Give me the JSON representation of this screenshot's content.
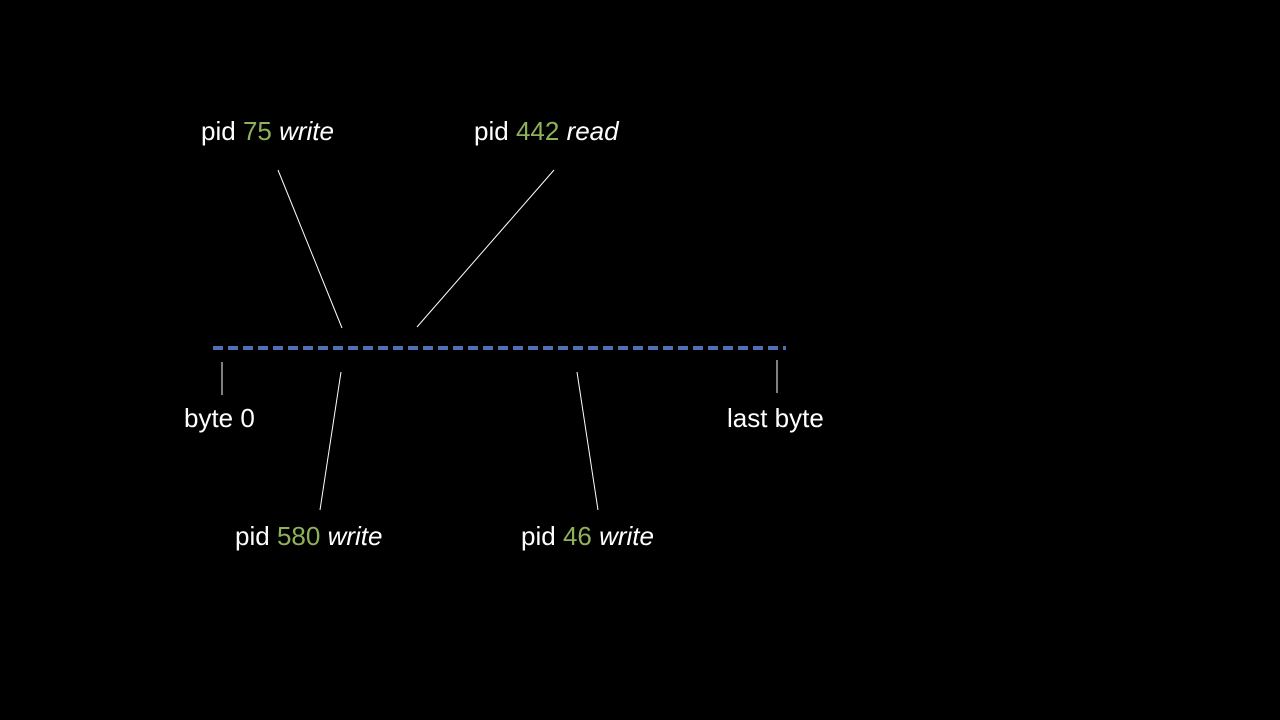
{
  "colors": {
    "background": "#000000",
    "text": "#ffffff",
    "pid_number": "#8db25a",
    "file_line": "#4f6fb8",
    "pointer_line": "#ffffff"
  },
  "file": {
    "start_label": "byte 0",
    "end_label": "last byte"
  },
  "accesses": [
    {
      "prefix": "pid",
      "pid": "75",
      "op": "write"
    },
    {
      "prefix": "pid",
      "pid": "442",
      "op": "read"
    },
    {
      "prefix": "pid",
      "pid": "580",
      "op": "write"
    },
    {
      "prefix": "pid",
      "pid": "46",
      "op": "write"
    }
  ]
}
